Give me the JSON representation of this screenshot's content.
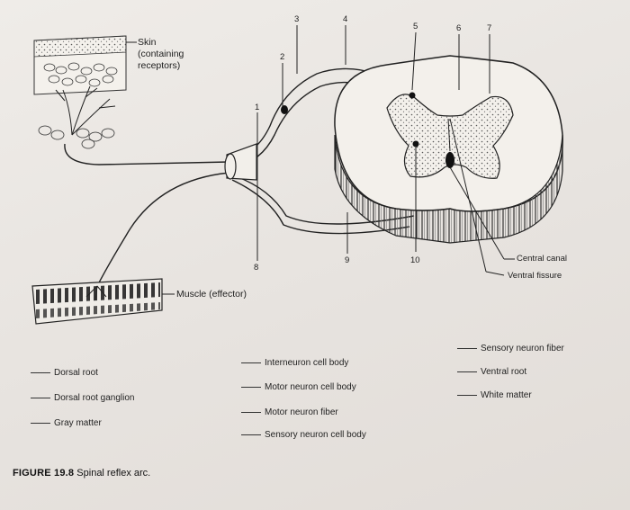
{
  "labels": {
    "skin": "Skin",
    "skin_note_1": "(containing",
    "skin_note_2": "receptors)",
    "muscle": "Muscle (effector)",
    "central_canal": "Central canal",
    "ventral_fissure": "Ventral fissure"
  },
  "numbers": [
    "1",
    "2",
    "3",
    "4",
    "5",
    "6",
    "7",
    "8",
    "9",
    "10"
  ],
  "terms": {
    "col1": [
      "Dorsal root",
      "Dorsal root ganglion",
      "Gray matter"
    ],
    "col2": [
      "Interneuron cell body",
      "Motor neuron cell body",
      "Motor neuron fiber",
      "Sensory neuron cell body"
    ],
    "col3": [
      "Sensory neuron fiber",
      "Ventral root",
      "White matter"
    ]
  },
  "caption": {
    "figure": "FIGURE 19.8",
    "title": "Spinal reflex arc."
  }
}
